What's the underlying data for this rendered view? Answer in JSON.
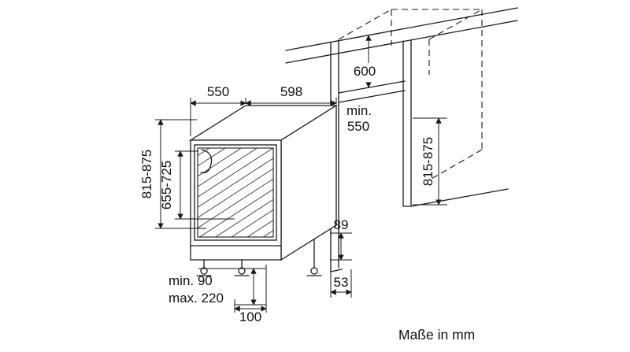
{
  "diagram": {
    "caption": "Maße in mm",
    "labels": {
      "top_depth": "550",
      "width": "598",
      "worktop_depth": "600",
      "niche_min_word": "min.",
      "niche_min_value": "550",
      "niche_height": "815-875",
      "appliance_height": "815-875",
      "door_height": "655-725",
      "rear_height": "89",
      "plinth_min": "min. 90",
      "plinth_max": "max. 220",
      "rear_offset": "53",
      "toe_kick": "100"
    }
  }
}
